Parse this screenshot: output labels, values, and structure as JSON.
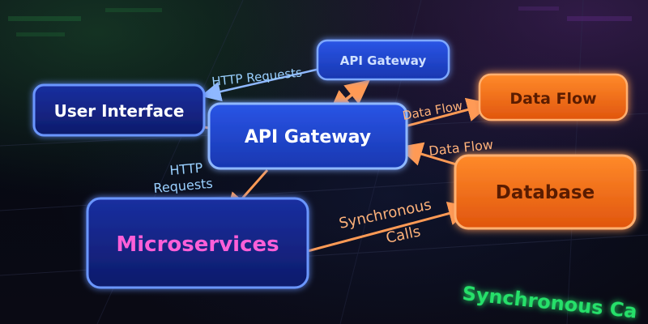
{
  "nodes": {
    "user_interface": "User Interface",
    "api_gateway_main": "API Gateway",
    "api_gateway_small": "API Gateway",
    "microservices": "Microservices",
    "database": "Database",
    "data_flow": "Data Flow"
  },
  "edges": {
    "http_requests_top": "HTTP Requests",
    "http_requests_left_1": "HTTP",
    "http_requests_left_2": "Requests",
    "data_flow_top": "Data Flow",
    "data_flow_mid": "Data Flow",
    "sync_calls_1": "Synchronous",
    "sync_calls_2": "Calls"
  },
  "footer": {
    "synchronous_text": "Synchronous Ca"
  },
  "colors": {
    "blue_node": "#3f6bff",
    "orange_node": "#ff7a1a",
    "arrow_orange": "#ff9a55",
    "arrow_blue": "#7fb2ff",
    "label_cyan": "#9ad0ff",
    "label_orange": "#ffb27a",
    "magenta_text": "#ff5fd8",
    "green_text": "#27e06a"
  }
}
